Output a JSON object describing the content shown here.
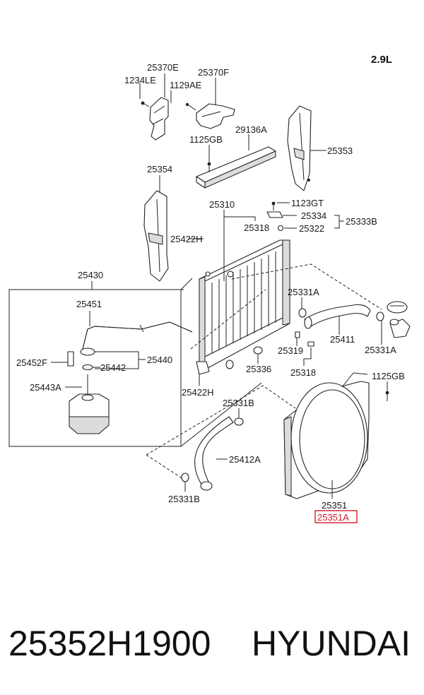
{
  "header": {
    "engine": "2.9L"
  },
  "footer": {
    "part_number": "25352H1900",
    "brand": "HYUNDAI"
  },
  "highlight": {
    "color": "#d21a2a"
  },
  "labels": {
    "l25370E": "25370E",
    "l1234LE": "1234LE",
    "l1129AE": "1129AE",
    "l25370F": "25370F",
    "l1125GB_top": "1125GB",
    "l29136A": "29136A",
    "l25353": "25353",
    "l25354": "25354",
    "l25310": "25310",
    "l1123GT": "1123GT",
    "l25334": "25334",
    "l25333B": "25333B",
    "l25318_top": "25318",
    "l25322": "25322",
    "l25422H_top": "25422H",
    "l25430": "25430",
    "l25451": "25451",
    "l25331A_left": "25331A",
    "l25411": "25411",
    "l25331A_right": "25331A",
    "l25452F": "25452F",
    "l25442": "25442",
    "l25440": "25440",
    "l25319": "25319",
    "l25336": "25336",
    "l25318_bottom": "25318",
    "l25443A": "25443A",
    "l25422H_bottom": "25422H",
    "l1125GB_right": "1125GB",
    "l25331B_top": "25331B",
    "l25412A": "25412A",
    "l25331B_bottom": "25331B",
    "l25351": "25351",
    "l25351A": "25351A"
  }
}
